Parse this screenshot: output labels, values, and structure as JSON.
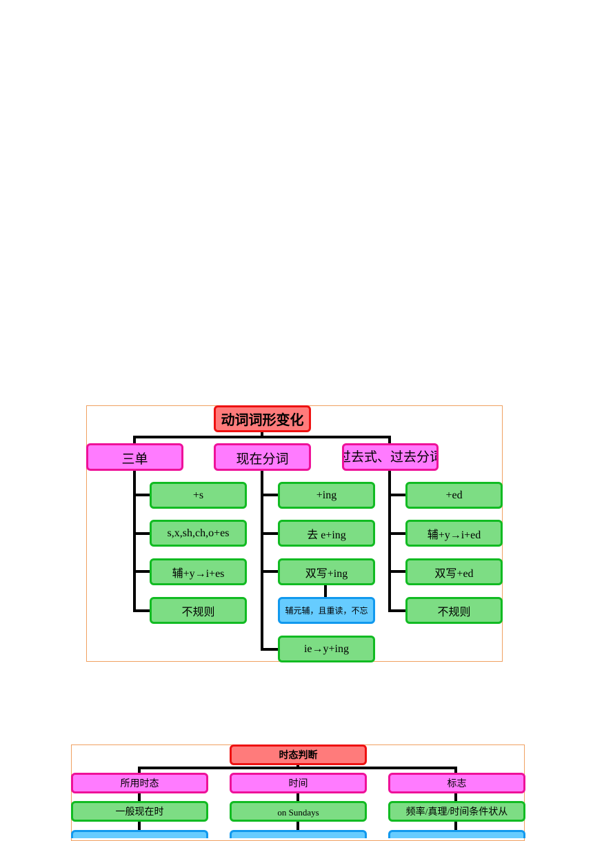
{
  "diagram1": {
    "title": "动词词形变化",
    "columns": [
      {
        "label": "三单",
        "items": [
          "+s",
          "s,x,sh,ch,o+es",
          "辅+y→i+es",
          "不规则"
        ]
      },
      {
        "label": "现在分词",
        "items": [
          "+ing",
          "去 e+ing",
          "双写+ing",
          "ie→y+ing"
        ],
        "note": "辅元辅，且重读，不忘"
      },
      {
        "label": "过去式、过去分词",
        "items": [
          "+ed",
          "辅+y→i+ed",
          "双写+ed",
          "不规则"
        ]
      }
    ]
  },
  "diagram2": {
    "title": "时态判断",
    "columns": [
      {
        "label": "所用时态",
        "item": "一般现在时"
      },
      {
        "label": "时间",
        "item": "on Sundays"
      },
      {
        "label": "标志",
        "item": "频率/真理/时间条件状从"
      }
    ]
  },
  "colors": {
    "root_fill": "#ff7b7b",
    "category_fill": "#ff7bff",
    "item_fill": "#7ddd84",
    "note_fill": "#66ccff",
    "frame_border": "#f0a060"
  }
}
